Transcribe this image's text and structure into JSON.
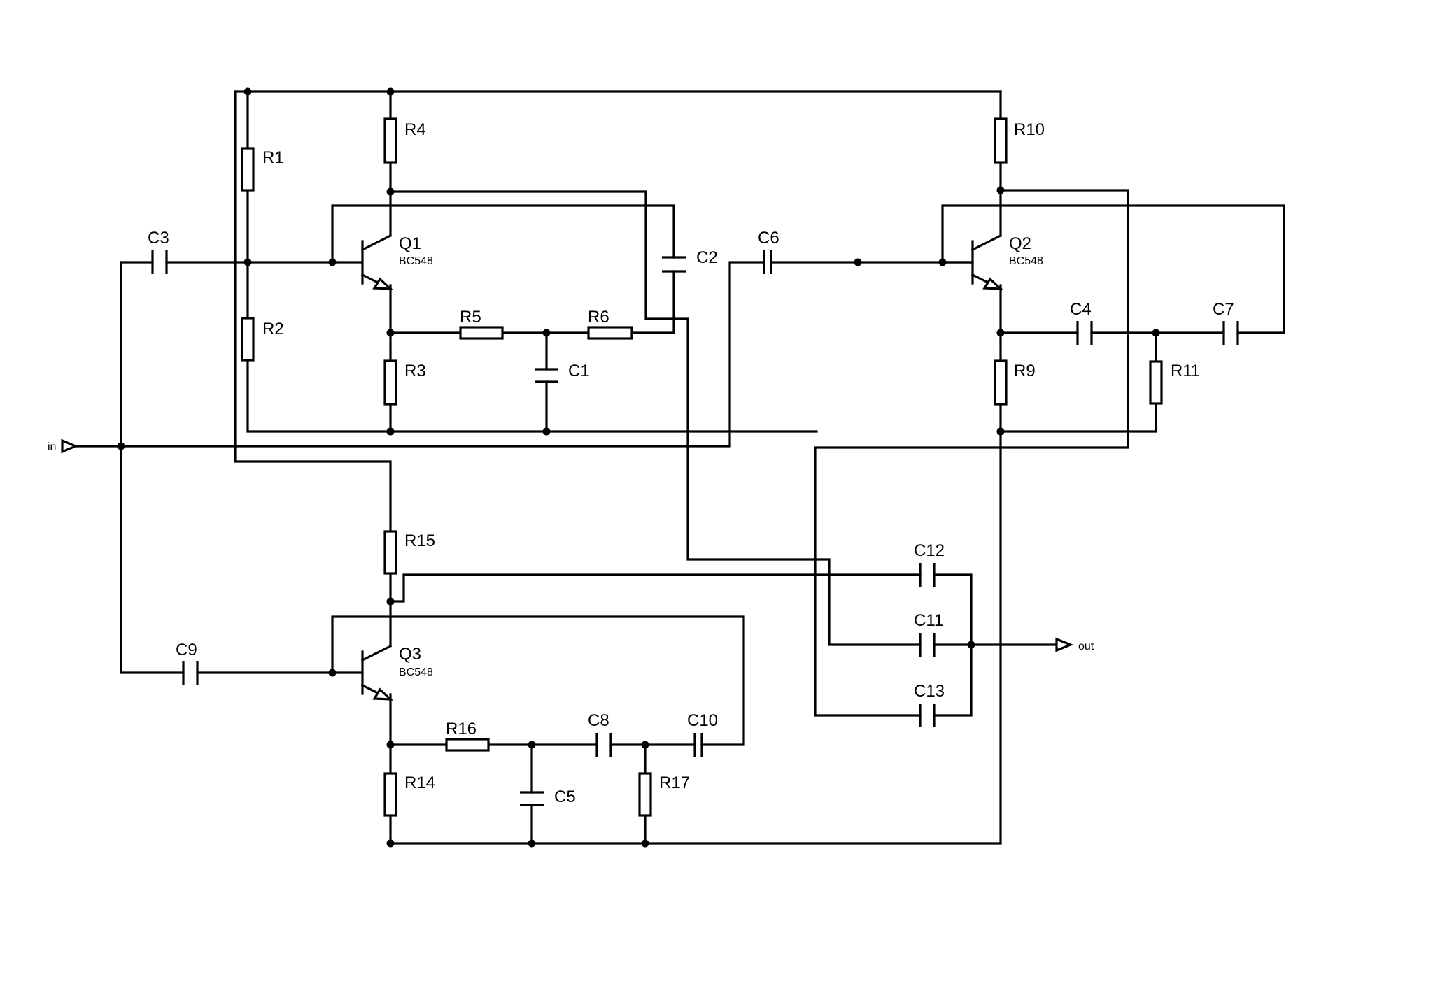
{
  "labels": {
    "R1": "R1",
    "R2": "R2",
    "R3": "R3",
    "R4": "R4",
    "R5": "R5",
    "R6": "R6",
    "R9": "R9",
    "R10": "R10",
    "R11": "R11",
    "R14": "R14",
    "R15": "R15",
    "R16": "R16",
    "R17": "R17",
    "C1": "C1",
    "C2": "C2",
    "C3": "C3",
    "C4": "C4",
    "C5": "C5",
    "C6": "C6",
    "C7": "C7",
    "C8": "C8",
    "C9": "C9",
    "C10": "C10",
    "C11": "C11",
    "C12": "C12",
    "C13": "C13",
    "Q1": "Q1",
    "Q2": "Q2",
    "Q3": "Q3"
  },
  "part_numbers": {
    "Q1": "BC548",
    "Q2": "BC548",
    "Q3": "BC548"
  },
  "ports": {
    "in": "in",
    "out": "out"
  }
}
